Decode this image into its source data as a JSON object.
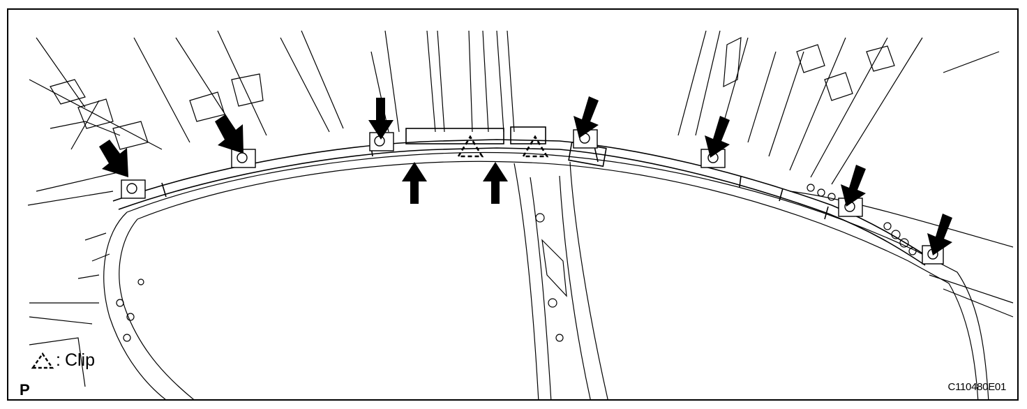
{
  "legend": {
    "symbol": "△",
    "separator": ":",
    "label": "Clip"
  },
  "view_letter": "P",
  "figure_code": "C110480E01",
  "colors": {
    "line": "#000000",
    "background": "#ffffff"
  },
  "icons": {
    "arrow": "arrow-icon",
    "clip": "clip-triangle-icon"
  }
}
